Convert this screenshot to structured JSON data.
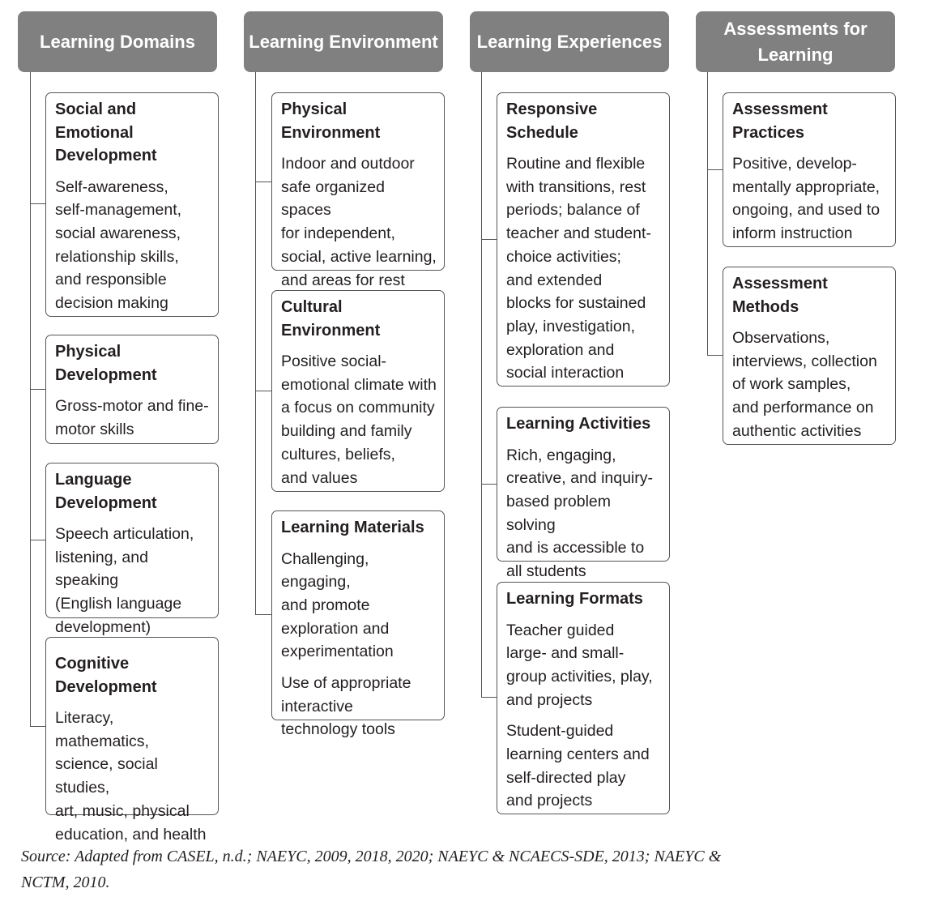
{
  "columns": [
    {
      "header": "Learning\nDomains",
      "boxes": [
        {
          "title": "Social and\nEmotional\nDevelopment",
          "body": "Self-awareness,\nself-management,\nsocial awareness,\nrelationship skills,\nand responsible\ndecision making"
        },
        {
          "title": "Physical\nDevelopment",
          "body": "Gross-motor and fine-\nmotor skills"
        },
        {
          "title": "Language\nDevelopment",
          "body": "Speech articulation,\nlistening, and speaking\n(English language\ndevelopment)"
        },
        {
          "title": "Cognitive\nDevelopment",
          "body": "Literacy, mathematics,\nscience, social studies,\nart, music, physical\neducation, and health"
        }
      ]
    },
    {
      "header": "Learning Environment",
      "boxes": [
        {
          "title": "Physical\nEnvironment",
          "body": "Indoor and outdoor\nsafe organized spaces\nfor independent,\nsocial, active learning,\nand areas for rest"
        },
        {
          "title": "Cultural\nEnvironment",
          "body": "Positive social-\nemotional climate with\na focus on community\nbuilding and family\ncultures, beliefs,\nand values"
        },
        {
          "title": "Learning Materials",
          "body": "Challenging, engaging,\nand promote\nexploration and\nexperimentation",
          "body2": "Use of appropriate\ninteractive\ntechnology tools"
        }
      ]
    },
    {
      "header": "Learning Experiences",
      "boxes": [
        {
          "title": "Responsive\nSchedule",
          "body": "Routine and flexible\nwith transitions, rest\nperiods; balance of\nteacher and student-\nchoice activities;\nand extended\nblocks for sustained\nplay, investigation,\nexploration and\nsocial interaction"
        },
        {
          "title": "Learning Activities",
          "body": "Rich, engaging,\ncreative, and inquiry-\nbased problem solving\nand is accessible to\nall students"
        },
        {
          "title": "Learning Formats",
          "body": "Teacher guided\nlarge- and small-\ngroup activities, play,\nand projects",
          "body2": "Student-guided\nlearning centers and\nself-directed play\nand projects"
        }
      ]
    },
    {
      "header": "Assessments\nfor Learning",
      "boxes": [
        {
          "title": "Assessment\nPractices",
          "body": "Positive, develop-\nmentally appropriate,\nongoing, and used to\ninform instruction"
        },
        {
          "title": "Assessment\nMethods",
          "body": "Observations,\ninterviews, collection\nof work samples,\nand performance on\nauthentic activities"
        }
      ]
    }
  ],
  "source": "Source: Adapted from CASEL, n.d.; NAEYC, 2009, 2018, 2020; NAEYC & NCAECS-SDE, 2013; NAEYC &\nNCTM, 2010.",
  "colors": {
    "header_bg": "#808080",
    "header_text": "#ffffff",
    "box_border": "#555555",
    "text": "#231f20"
  }
}
